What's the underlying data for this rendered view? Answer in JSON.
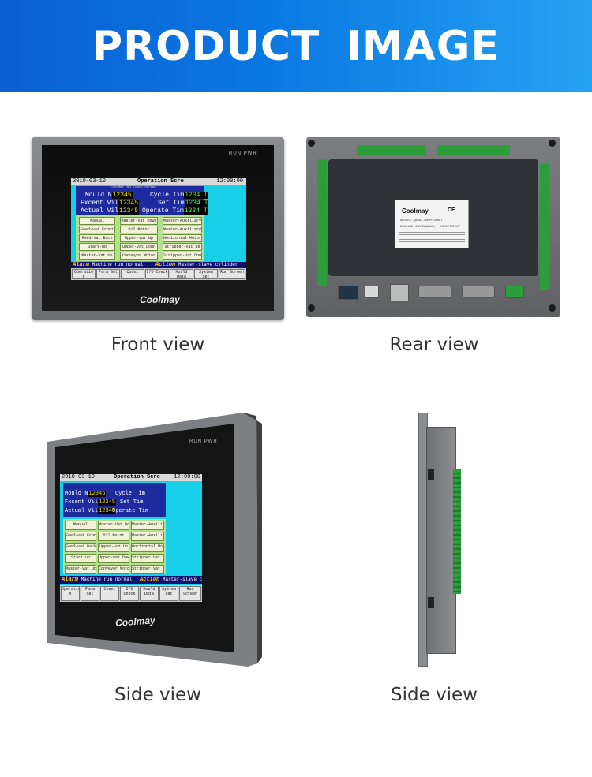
{
  "banner": {
    "title": "PRODUCT  IMAGE"
  },
  "captions": {
    "front": "Front view",
    "rear": "Rear view",
    "side_left": "Side view",
    "side_right": "Side view"
  },
  "device": {
    "brand": "Coolmay",
    "indicators": "RUN  PWR",
    "screen": {
      "date": "2010-03-10",
      "screen_title": "Operation Scre",
      "time": "12:00:00",
      "sub_title": "COOLMAY HMI Touch Screen",
      "fields": [
        {
          "label": "Mould N",
          "value": "12345"
        },
        {
          "label": "Cycle Tim",
          "value": "1234 T"
        },
        {
          "label": "Fxcent Vil",
          "value": "12345"
        },
        {
          "label": "Set Tim",
          "value": "1234 T"
        },
        {
          "label": "Actual Vil",
          "value": "12345"
        },
        {
          "label": "Operate Tim",
          "value": "1234 T"
        }
      ],
      "buttons": [
        "Manual",
        "Master-Vat Down",
        "Master-Auxiliary",
        "Feed-vat Front",
        "Oil Motor",
        "Master-Auxiliary",
        "Feed-vat Back",
        "Upper-vat Up",
        "Horizontal Motor",
        "Start-up",
        "Upper-vat Down",
        "Stripper-Vat Up",
        "Master-Vat Up",
        "Conveyor Motor",
        "Stripper-Vat Down"
      ],
      "alarm_label": "Alarm",
      "alarm_text": "Machine run normal",
      "action_label": "Action",
      "action_text": "Master-slave cylinder",
      "nav": [
        "Operatio n",
        "Para Set",
        "Count",
        "I/O Check",
        "Mould Data",
        "System Set",
        "Run Screen"
      ]
    },
    "rear_sticker": {
      "brand": "Coolmay",
      "mark": "CE",
      "model": "MODEL: QM3G-70KFH-60MT",
      "spec1": "800X480 / 24V 2A(MAX)",
      "spec2": "INPUT:DC24V"
    }
  }
}
